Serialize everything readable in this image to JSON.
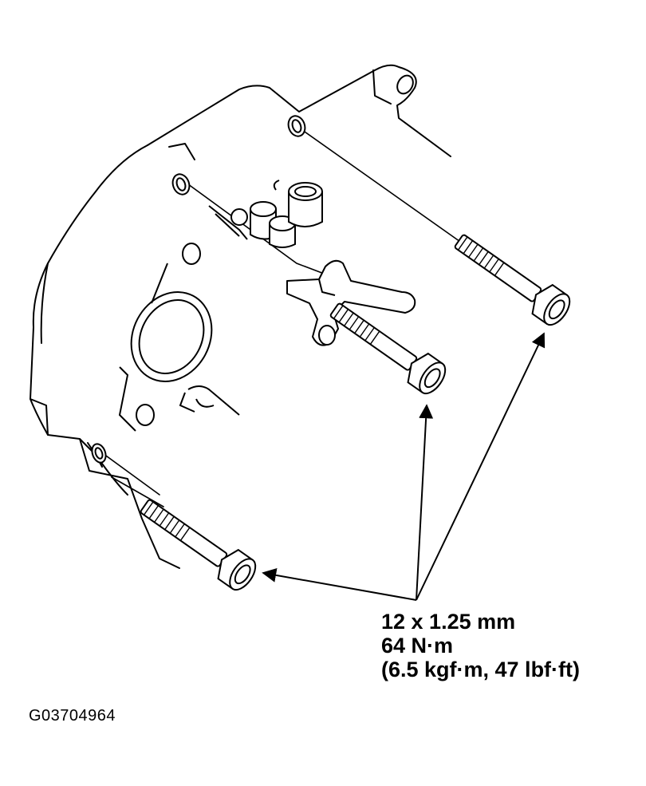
{
  "spec": {
    "size": "12 x 1.25 mm",
    "torque_nm": "64 N·m",
    "torque_alt": "(6.5 kgf·m, 47 lbf·ft)"
  },
  "figure_id": "G03704964",
  "colors": {
    "ink": "#000000",
    "paper": "#ffffff"
  },
  "icons": [
    "bolt-icon",
    "callout-arrow"
  ]
}
